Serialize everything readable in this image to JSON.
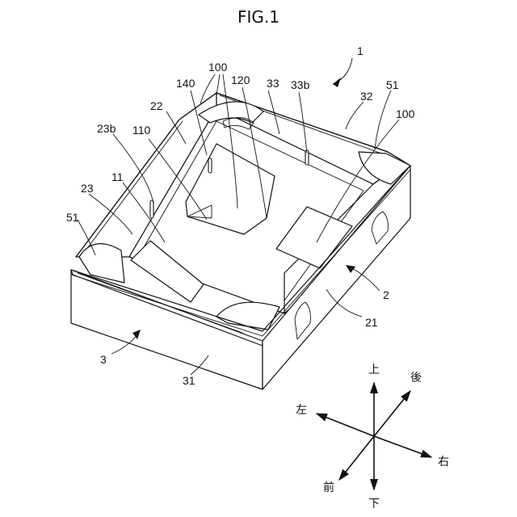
{
  "figure": {
    "title": "FIG.1"
  },
  "labels": {
    "box": "1",
    "top_panel": "100",
    "top_panel_right": "100",
    "part_140": "140",
    "part_120": "120",
    "part_33": "33",
    "part_33b": "33b",
    "part_32": "32",
    "part_51_right": "51",
    "part_22": "22",
    "part_23b": "23b",
    "part_110": "110",
    "part_11": "11",
    "part_23": "23",
    "part_51_left": "51",
    "part_2": "2",
    "part_21": "21",
    "part_3": "3",
    "part_31": "31"
  },
  "directions": {
    "up": "上",
    "down": "下",
    "left": "左",
    "right": "右",
    "front": "前",
    "back": "後"
  }
}
